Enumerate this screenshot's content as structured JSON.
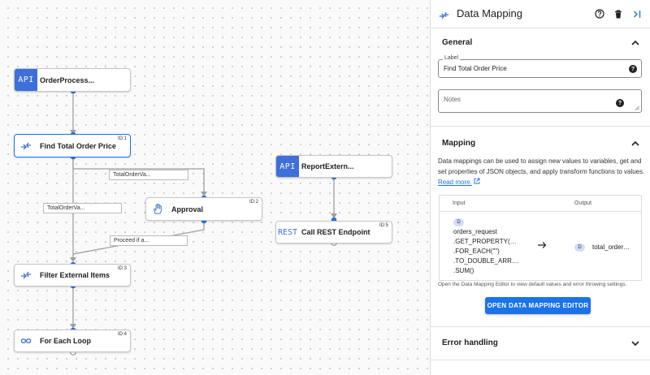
{
  "canvas": {
    "nodes": {
      "order_process": {
        "label": "OrderProcess...",
        "icon": "api-icon",
        "icon_text": "API"
      },
      "find_total": {
        "label": "Find Total Order Price",
        "id": "ID:1",
        "icon": "data-mapping-icon"
      },
      "approval": {
        "label": "Approval",
        "id": "ID:2",
        "icon": "hand-icon"
      },
      "filter_external": {
        "label": "Filter External Items",
        "id": "ID:3",
        "icon": "data-mapping-icon"
      },
      "for_each": {
        "label": "For Each Loop",
        "id": "ID:4",
        "icon": "loop-icon"
      },
      "report_extern": {
        "label": "ReportExtern...",
        "icon": "api-icon",
        "icon_text": "API"
      },
      "call_rest": {
        "label": "Call REST Endpoint",
        "id": "ID:5",
        "icon": "rest-icon",
        "icon_text": "REST"
      }
    },
    "edge_labels": {
      "total_order_va_1": "TotalOrderVa...",
      "total_order_va_2": "TotalOrderVa...",
      "proceed_if": "Proceed if a..."
    }
  },
  "panel": {
    "title": "Data Mapping",
    "icons": {
      "help": "help-icon",
      "delete": "delete-icon",
      "collapse": "collapse-panel-icon"
    },
    "general": {
      "title": "General",
      "label_field": {
        "label": "Label",
        "value": "Find Total Order Price"
      },
      "notes_field": {
        "placeholder": "Notes"
      }
    },
    "mapping": {
      "title": "Mapping",
      "description": "Data mappings can be used to assign new values to variables, get and set properties of JSON objects, and apply transform functions to values.",
      "read_more": "Read more.",
      "table": {
        "input_header": "Input",
        "output_header": "Output",
        "rows": [
          {
            "input_badge": "D",
            "input_lines": [
              "orders_request",
              ".GET_PROPERTY(…",
              ".FOR_EACH(\"\")",
              ".TO_DOUBLE_ARR…",
              ".SUM()"
            ],
            "output_badge": "D",
            "output": "total_order…"
          }
        ]
      },
      "hint": "Open the Data Mapping Editor to view default values and error throwing settings.",
      "open_editor_button": "OPEN DATA MAPPING EDITOR"
    },
    "error_handling": {
      "title": "Error handling"
    }
  },
  "colors": {
    "accent": "#1a73e8",
    "node_icon": "#3f6fd8",
    "chip": "#d2dcfa"
  }
}
